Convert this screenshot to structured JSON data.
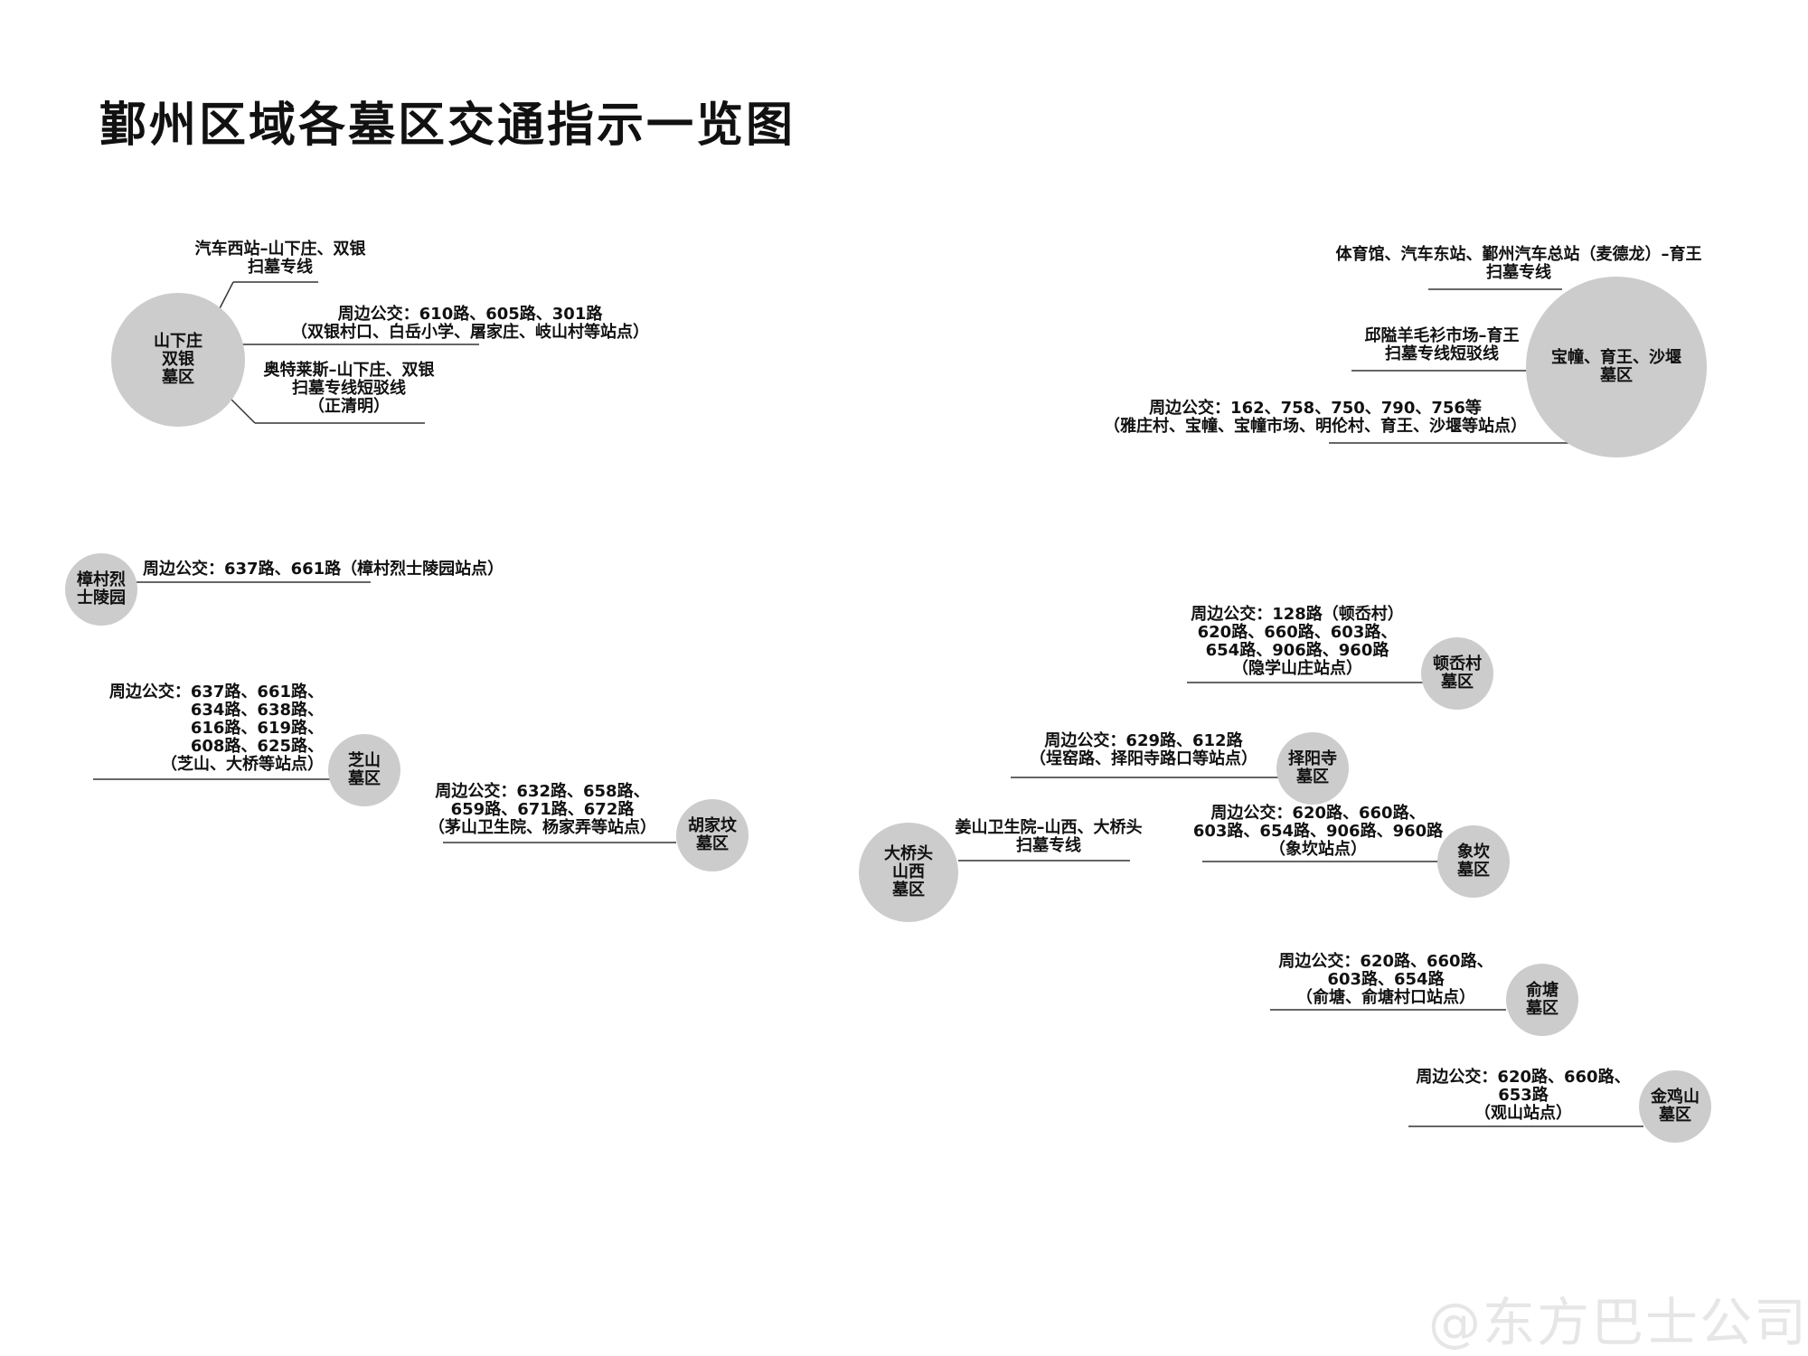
{
  "title": "鄞州区域各墓区交通指示一览图",
  "watermark": "@东方巴士公司",
  "colors": {
    "circle": "#cccccc",
    "line": "#333333",
    "text": "#111111"
  },
  "cemeteries": {
    "shanxiazhuang": {
      "name": "山下庄\n双银\n墓区",
      "labels": [
        "汽车西站–山下庄、双银\n扫墓专线",
        "周边公交：610路、605路、301路\n（双银村口、白岳小学、屠家庄、岐山村等站点）",
        "奥特莱斯–山下庄、双银\n扫墓专线短驳线\n（正清明）"
      ]
    },
    "baochuang": {
      "name": "宝幢、育王、沙堰\n墓区",
      "labels": [
        "体育馆、汽车东站、鄞州汽车总站（麦德龙）–育王\n扫墓专线",
        "邱隘羊毛衫市场–育王\n扫墓专线短驳线",
        "周边公交：162、758、750、790、756等\n（雅庄村、宝幢、宝幢市场、明伦村、育王、沙堰等站点）"
      ]
    },
    "zhangcun": {
      "name": "樟村烈\n士陵园",
      "labels": [
        "周边公交：637路、661路（樟村烈士陵园站点）"
      ]
    },
    "zhishan": {
      "name": "芝山\n墓区",
      "labels": [
        "周边公交：637路、661路、\n634路、638路、\n616路、619路、\n608路、625路、\n（芝山、大桥等站点）"
      ]
    },
    "hujiafen": {
      "name": "胡家坟\n墓区",
      "labels": [
        "周边公交：632路、658路、\n659路、671路、672路\n（茅山卫生院、杨家弄等站点）"
      ]
    },
    "dunxiangcun": {
      "name": "顿岙村\n墓区",
      "labels": [
        "周边公交：128路（顿岙村）\n620路、660路、603路、\n654路、906路、960路\n（隐学山庄站点）"
      ]
    },
    "zeyangsi": {
      "name": "择阳寺\n墓区",
      "labels": [
        "周边公交：629路、612路\n（埕窑路、择阳寺路口等站点）"
      ]
    },
    "daqiaotou": {
      "name": "大桥头\n山西\n墓区",
      "labels": [
        "姜山卫生院–山西、大桥头\n扫墓专线"
      ]
    },
    "xiangkan": {
      "name": "象坎\n墓区",
      "labels": [
        "周边公交：620路、660路、\n603路、654路、906路、960路\n（象坎站点）"
      ]
    },
    "yutang": {
      "name": "俞塘\n墓区",
      "labels": [
        "周边公交：620路、660路、\n603路、654路\n（俞塘、俞塘村口站点）"
      ]
    },
    "jinjishan": {
      "name": "金鸡山\n墓区",
      "labels": [
        "周边公交：620路、660路、\n653路\n（观山站点）"
      ]
    }
  }
}
